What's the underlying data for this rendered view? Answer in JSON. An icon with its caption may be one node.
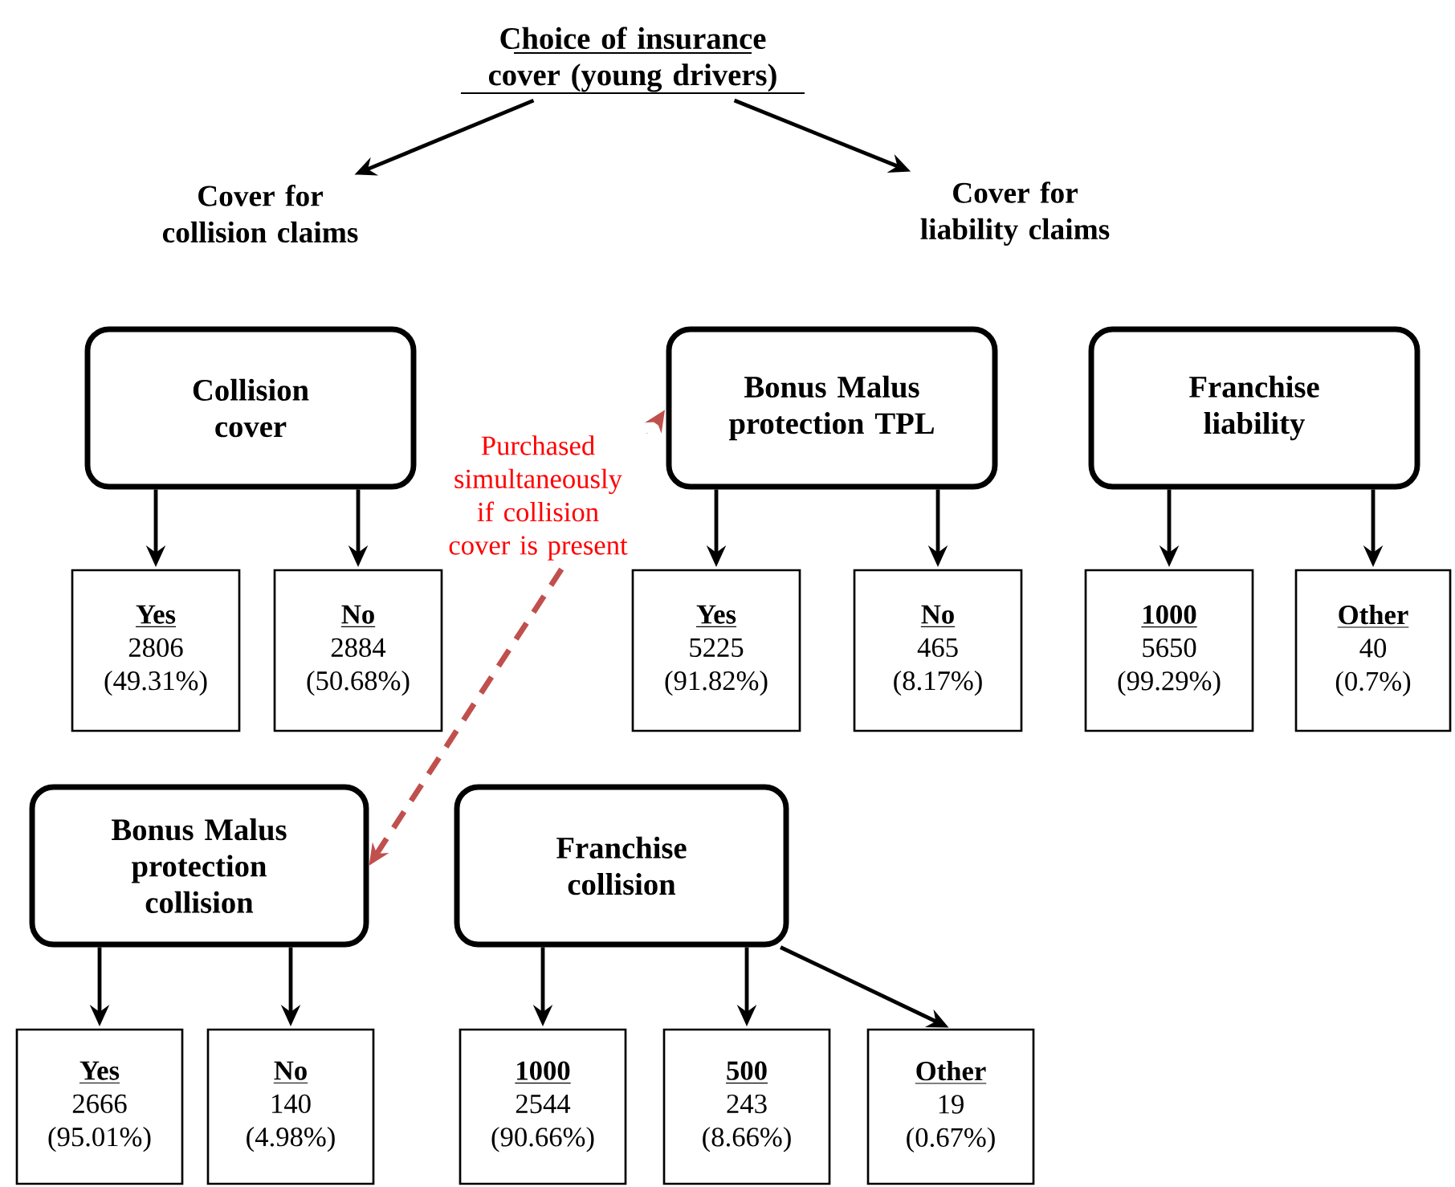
{
  "diagram": {
    "nodes": [
      {
        "text": [
          "Choice of insurance cover (young drivers)"
        ]
      },
      {
        "text": [
          "Cover for collision claims"
        ]
      },
      {
        "text": [
          "Cover for liability claims"
        ]
      },
      {
        "text": [
          "Collision cover"
        ]
      },
      {
        "text": [
          "Yes",
          "2806",
          "(49.31%)"
        ]
      },
      {
        "text": [
          "No",
          "2884",
          "(50.68%)"
        ]
      },
      {
        "text": [
          "Bonus Malus protection TPL"
        ]
      },
      {
        "text": [
          "Yes",
          "5225",
          "(91.82%)"
        ]
      },
      {
        "text": [
          "No",
          "465",
          "(8.17%)"
        ]
      },
      {
        "text": [
          "Franchise liability"
        ]
      },
      {
        "text": [
          "1000",
          "5650",
          "(99.29%)"
        ]
      },
      {
        "text": [
          "Other",
          "40",
          "(0.7%)"
        ]
      },
      {
        "text": [
          "Bonus Malus protection collision"
        ]
      },
      {
        "text": [
          "Yes",
          "2666",
          "(95.01%)"
        ]
      },
      {
        "text": [
          "No",
          "140",
          "(4.98%)"
        ]
      },
      {
        "text": [
          "Franchise collision"
        ]
      },
      {
        "text": [
          "1000",
          "2544",
          "(90.66%)"
        ]
      },
      {
        "text": [
          "500",
          "243",
          "(8.66%)"
        ]
      },
      {
        "text": [
          "Other",
          "19",
          "(0.67%)"
        ]
      }
    ],
    "edges": [
      {
        "from": 0,
        "to": 1,
        "arrow": "to"
      },
      {
        "from": 0,
        "to": 2,
        "arrow": "to"
      },
      {
        "from": 3,
        "to": 4,
        "arrow": "to"
      },
      {
        "from": 3,
        "to": 5,
        "arrow": "to"
      },
      {
        "from": 6,
        "to": 7,
        "arrow": "to"
      },
      {
        "from": 6,
        "to": 8,
        "arrow": "to"
      },
      {
        "from": 9,
        "to": 10,
        "arrow": "to"
      },
      {
        "from": 9,
        "to": 11,
        "arrow": "to"
      },
      {
        "from": 12,
        "to": 6,
        "arrow": "both",
        "style": "dashed",
        "color": "#c0504d",
        "label": "Purchased simultaneously if collision cover is present"
      },
      {
        "from": 12,
        "to": 13,
        "arrow": "to"
      },
      {
        "from": 12,
        "to": 14,
        "arrow": "to"
      },
      {
        "from": 15,
        "to": 16,
        "arrow": "to"
      },
      {
        "from": 15,
        "to": 17,
        "arrow": "to"
      },
      {
        "from": 15,
        "to": 18,
        "arrow": "to"
      }
    ]
  }
}
